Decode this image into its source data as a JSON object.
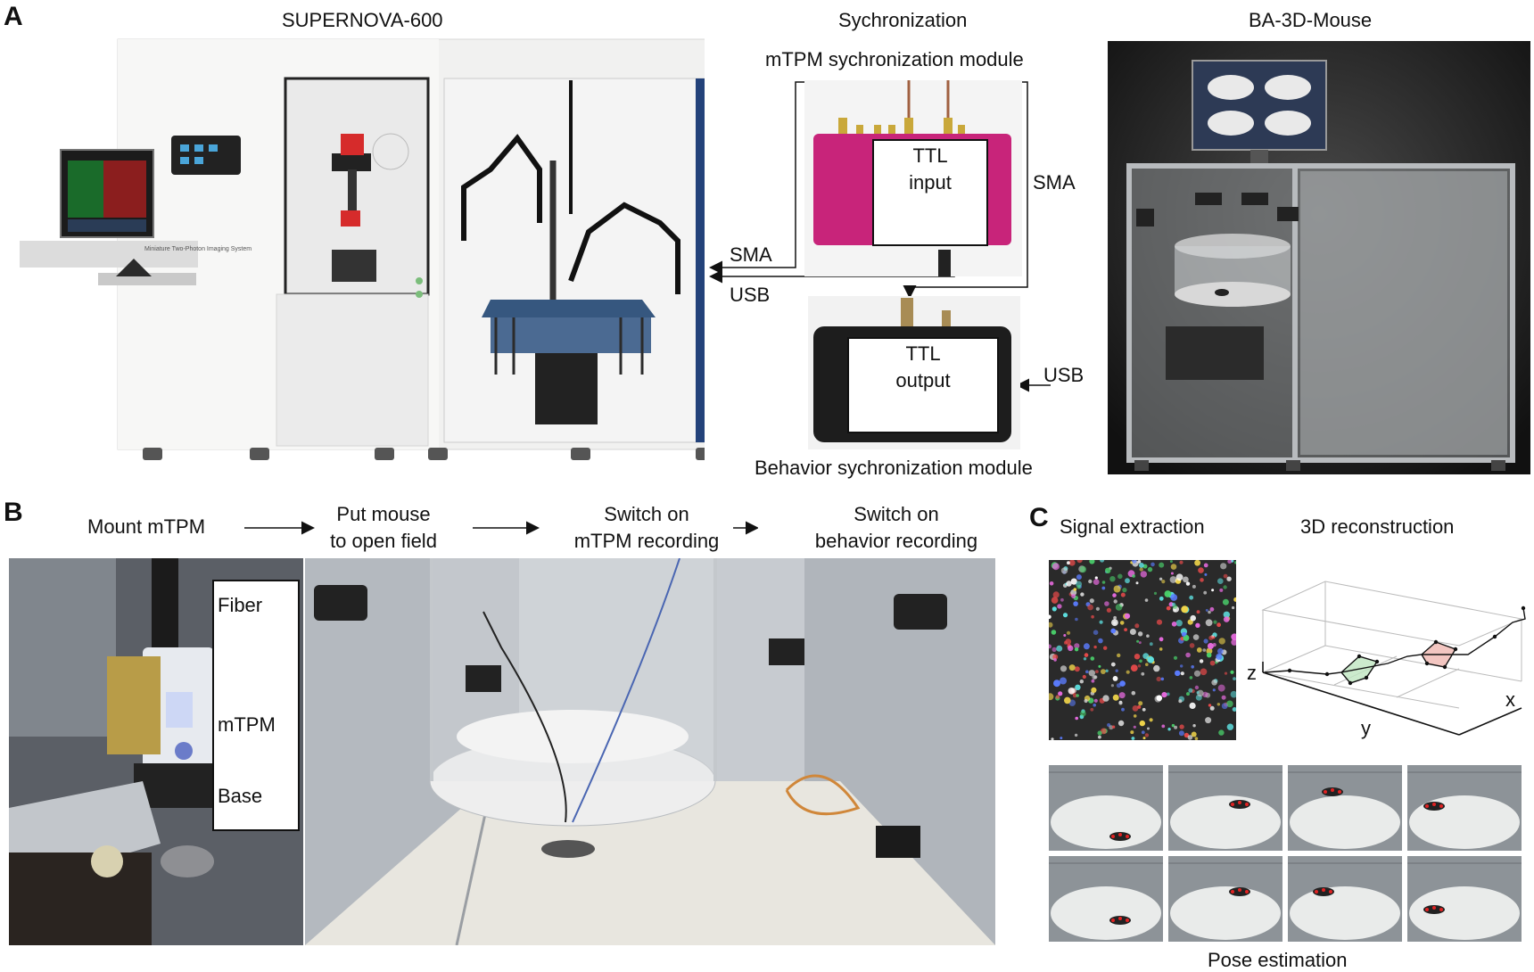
{
  "panel_a": {
    "letter": "A",
    "supernova_title": "SUPERNOVA-600",
    "supernova_side_text": "Miniature Two-Photon Imaging System",
    "sync_title": "Sychronization",
    "sync_module_title": "mTPM sychronization module",
    "ttl_input": [
      "TTL",
      "input"
    ],
    "ttl_output": [
      "TTL",
      "output"
    ],
    "behavior_module_title": "Behavior sychronization module",
    "sma_left": "SMA",
    "usb_left": "USB",
    "sma_right": "SMA",
    "usb_right": "USB",
    "ba3d_title": "BA-3D-Mouse"
  },
  "panel_b": {
    "letter": "B",
    "steps": [
      {
        "line1": "Mount mTPM",
        "line2": ""
      },
      {
        "line1": "Put mouse",
        "line2": "to open field"
      },
      {
        "line1": "Switch on",
        "line2": "mTPM recording"
      },
      {
        "line1": "Switch on",
        "line2": "behavior recording"
      }
    ],
    "labels": {
      "fiber": "Fiber",
      "mtpm": "mTPM",
      "base": "Base"
    }
  },
  "panel_c": {
    "letter": "C",
    "signal_title": "Signal extraction",
    "recon_title": "3D reconstruction",
    "axis_z": "z",
    "axis_y": "y",
    "axis_x": "x",
    "pose_title": "Pose estimation"
  }
}
